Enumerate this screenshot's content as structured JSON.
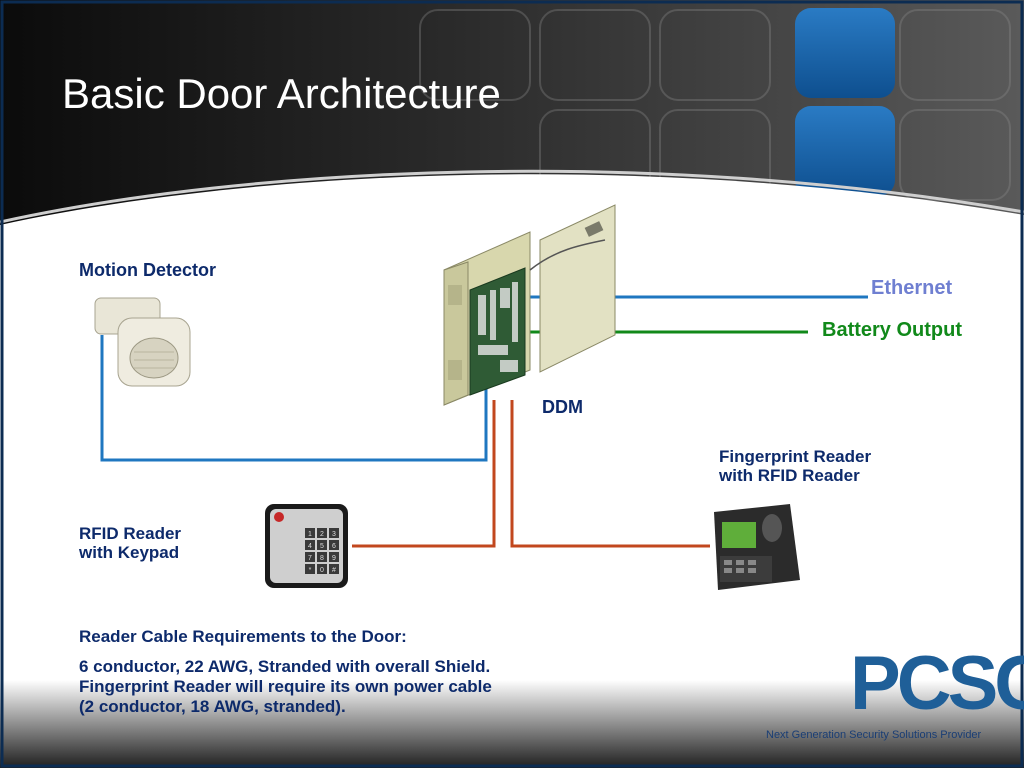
{
  "slide": {
    "title": "Basic Door Architecture"
  },
  "diagram": {
    "motion_detector_label": "Motion Detector",
    "ethernet_label": "Ethernet",
    "battery_output_label": "Battery Output",
    "ddm_label": "DDM",
    "fingerprint_label_line1": "Fingerprint Reader",
    "fingerprint_label_line2": "with RFID Reader",
    "rfid_label_line1": "RFID Reader",
    "rfid_label_line2": "with Keypad",
    "wire_colors": {
      "ethernet": "#1f77c0",
      "motion_detector": "#1f77c0",
      "battery_output": "#11891a",
      "reader_cable": "#c2471e"
    },
    "keypad_keys": [
      "1",
      "2",
      "3",
      "4",
      "5",
      "6",
      "7",
      "8",
      "9",
      "*",
      "0",
      "#"
    ]
  },
  "requirements": {
    "heading": "Reader Cable Requirements to the Door:",
    "line1": "6 conductor, 22 AWG, Stranded with overall Shield.",
    "line2": "Fingerprint Reader will require its own power cable",
    "line3": "(2 conductor, 18 AWG, stranded)."
  },
  "brand": {
    "logo_text": "PCSC",
    "tagline": "Next Generation Security Solutions Provider"
  }
}
